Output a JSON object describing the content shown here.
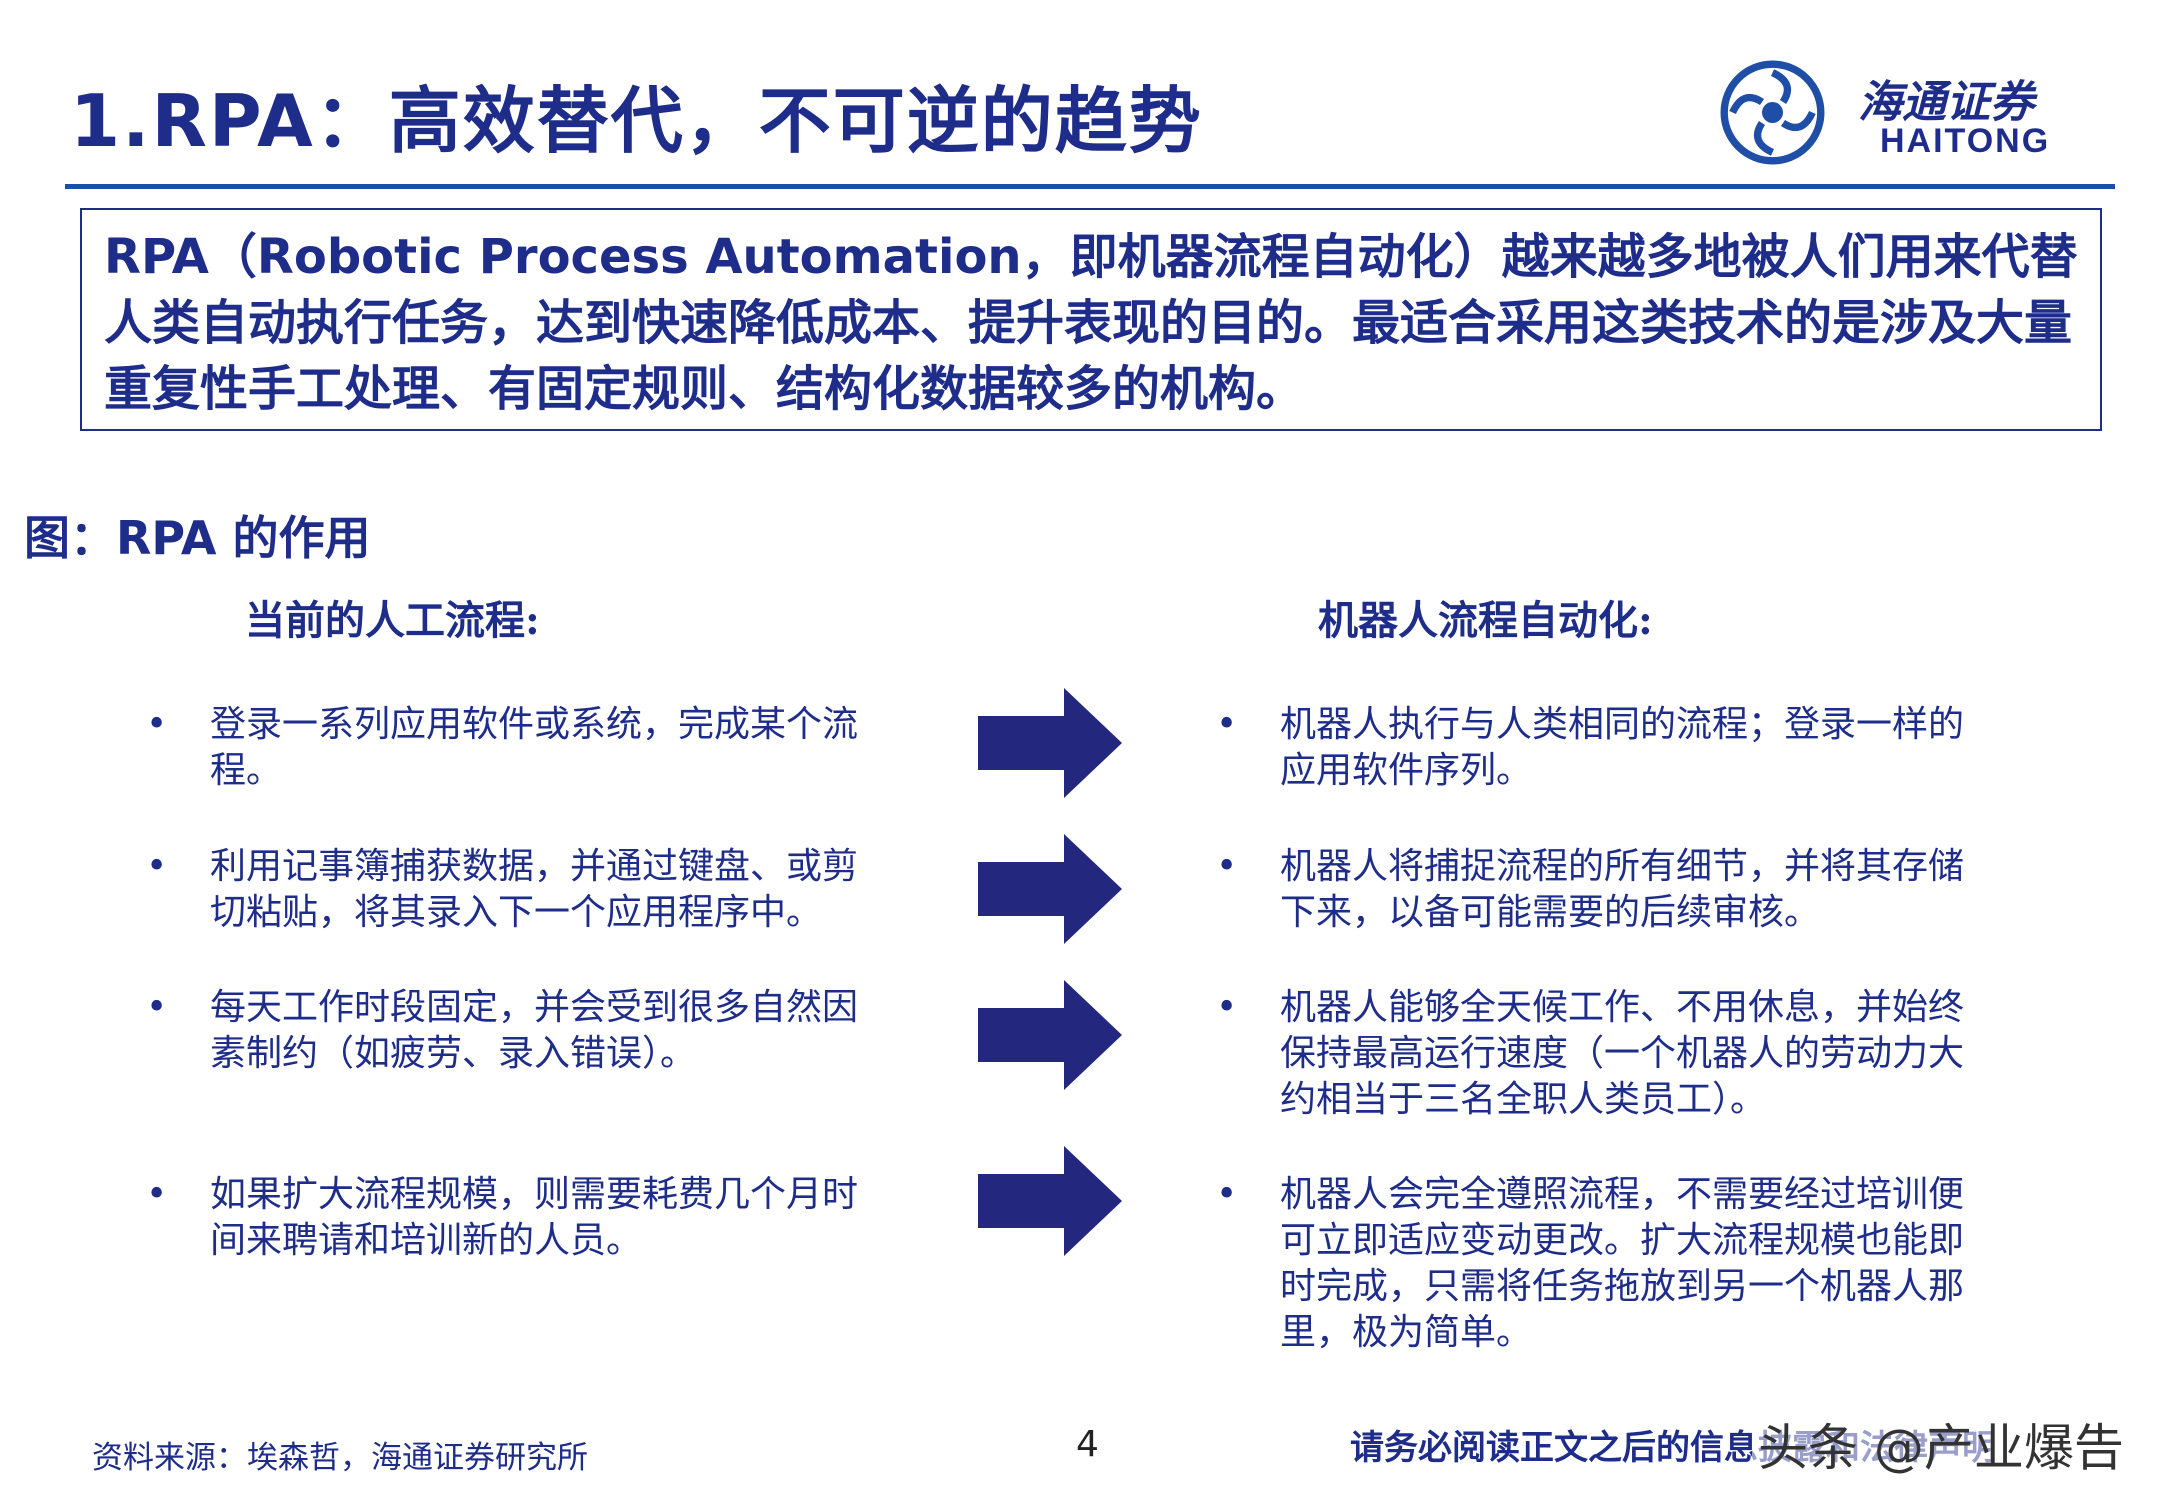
{
  "header": {
    "title": "1.RPA：高效替代，不可逆的趋势",
    "logo_cn": "海通证券",
    "logo_en": "HAITONG"
  },
  "intro": {
    "text": "RPA（Robotic Process Automation，即机器流程自动化）越来越多地被人们用来代替人类自动执行任务，达到快速降低成本、提升表现的目的。最适合采用这类技术的是涉及大量重复性手工处理、有固定规则、结构化数据较多的机构。"
  },
  "figure": {
    "caption": "图：RPA 的作用",
    "left_heading": "当前的人工流程:",
    "right_heading": "机器人流程自动化:",
    "bullet": "•",
    "rows": [
      {
        "left": "登录一系列应用软件或系统，完成某个流程。",
        "right": "机器人执行与人类相同的流程；登录一样的应用软件序列。"
      },
      {
        "left": "利用记事簿捕获数据，并通过键盘、或剪切粘贴，将其录入下一个应用程序中。",
        "right": "机器人将捕捉流程的所有细节，并将其存储下来，以备可能需要的后续审核。"
      },
      {
        "left": "每天工作时段固定，并会受到很多自然因素制约（如疲劳、录入错误）。",
        "right": "机器人能够全天候工作、不用休息，并始终保持最高运行速度（一个机器人的劳动力大约相当于三名全职人类员工）。"
      },
      {
        "left": "如果扩大流程规模，则需要耗费几个月时间来聘请和培训新的人员。",
        "right": "机器人会完全遵照流程，不需要经过培训便可立即适应变动更改。扩大流程规模也能即时完成，只需将任务拖放到另一个机器人那里，极为简单。"
      }
    ]
  },
  "footer": {
    "source": "资料来源：埃森哲，海通证券研究所",
    "page_number": "4",
    "disclaimer": "请务必阅读正文之后的信息披露和法律声明",
    "watermark": "头条 @产业爆告"
  },
  "colors": {
    "primary": "#1e2c8a",
    "rule": "#1e4ea6",
    "arrow": "#23287e"
  }
}
